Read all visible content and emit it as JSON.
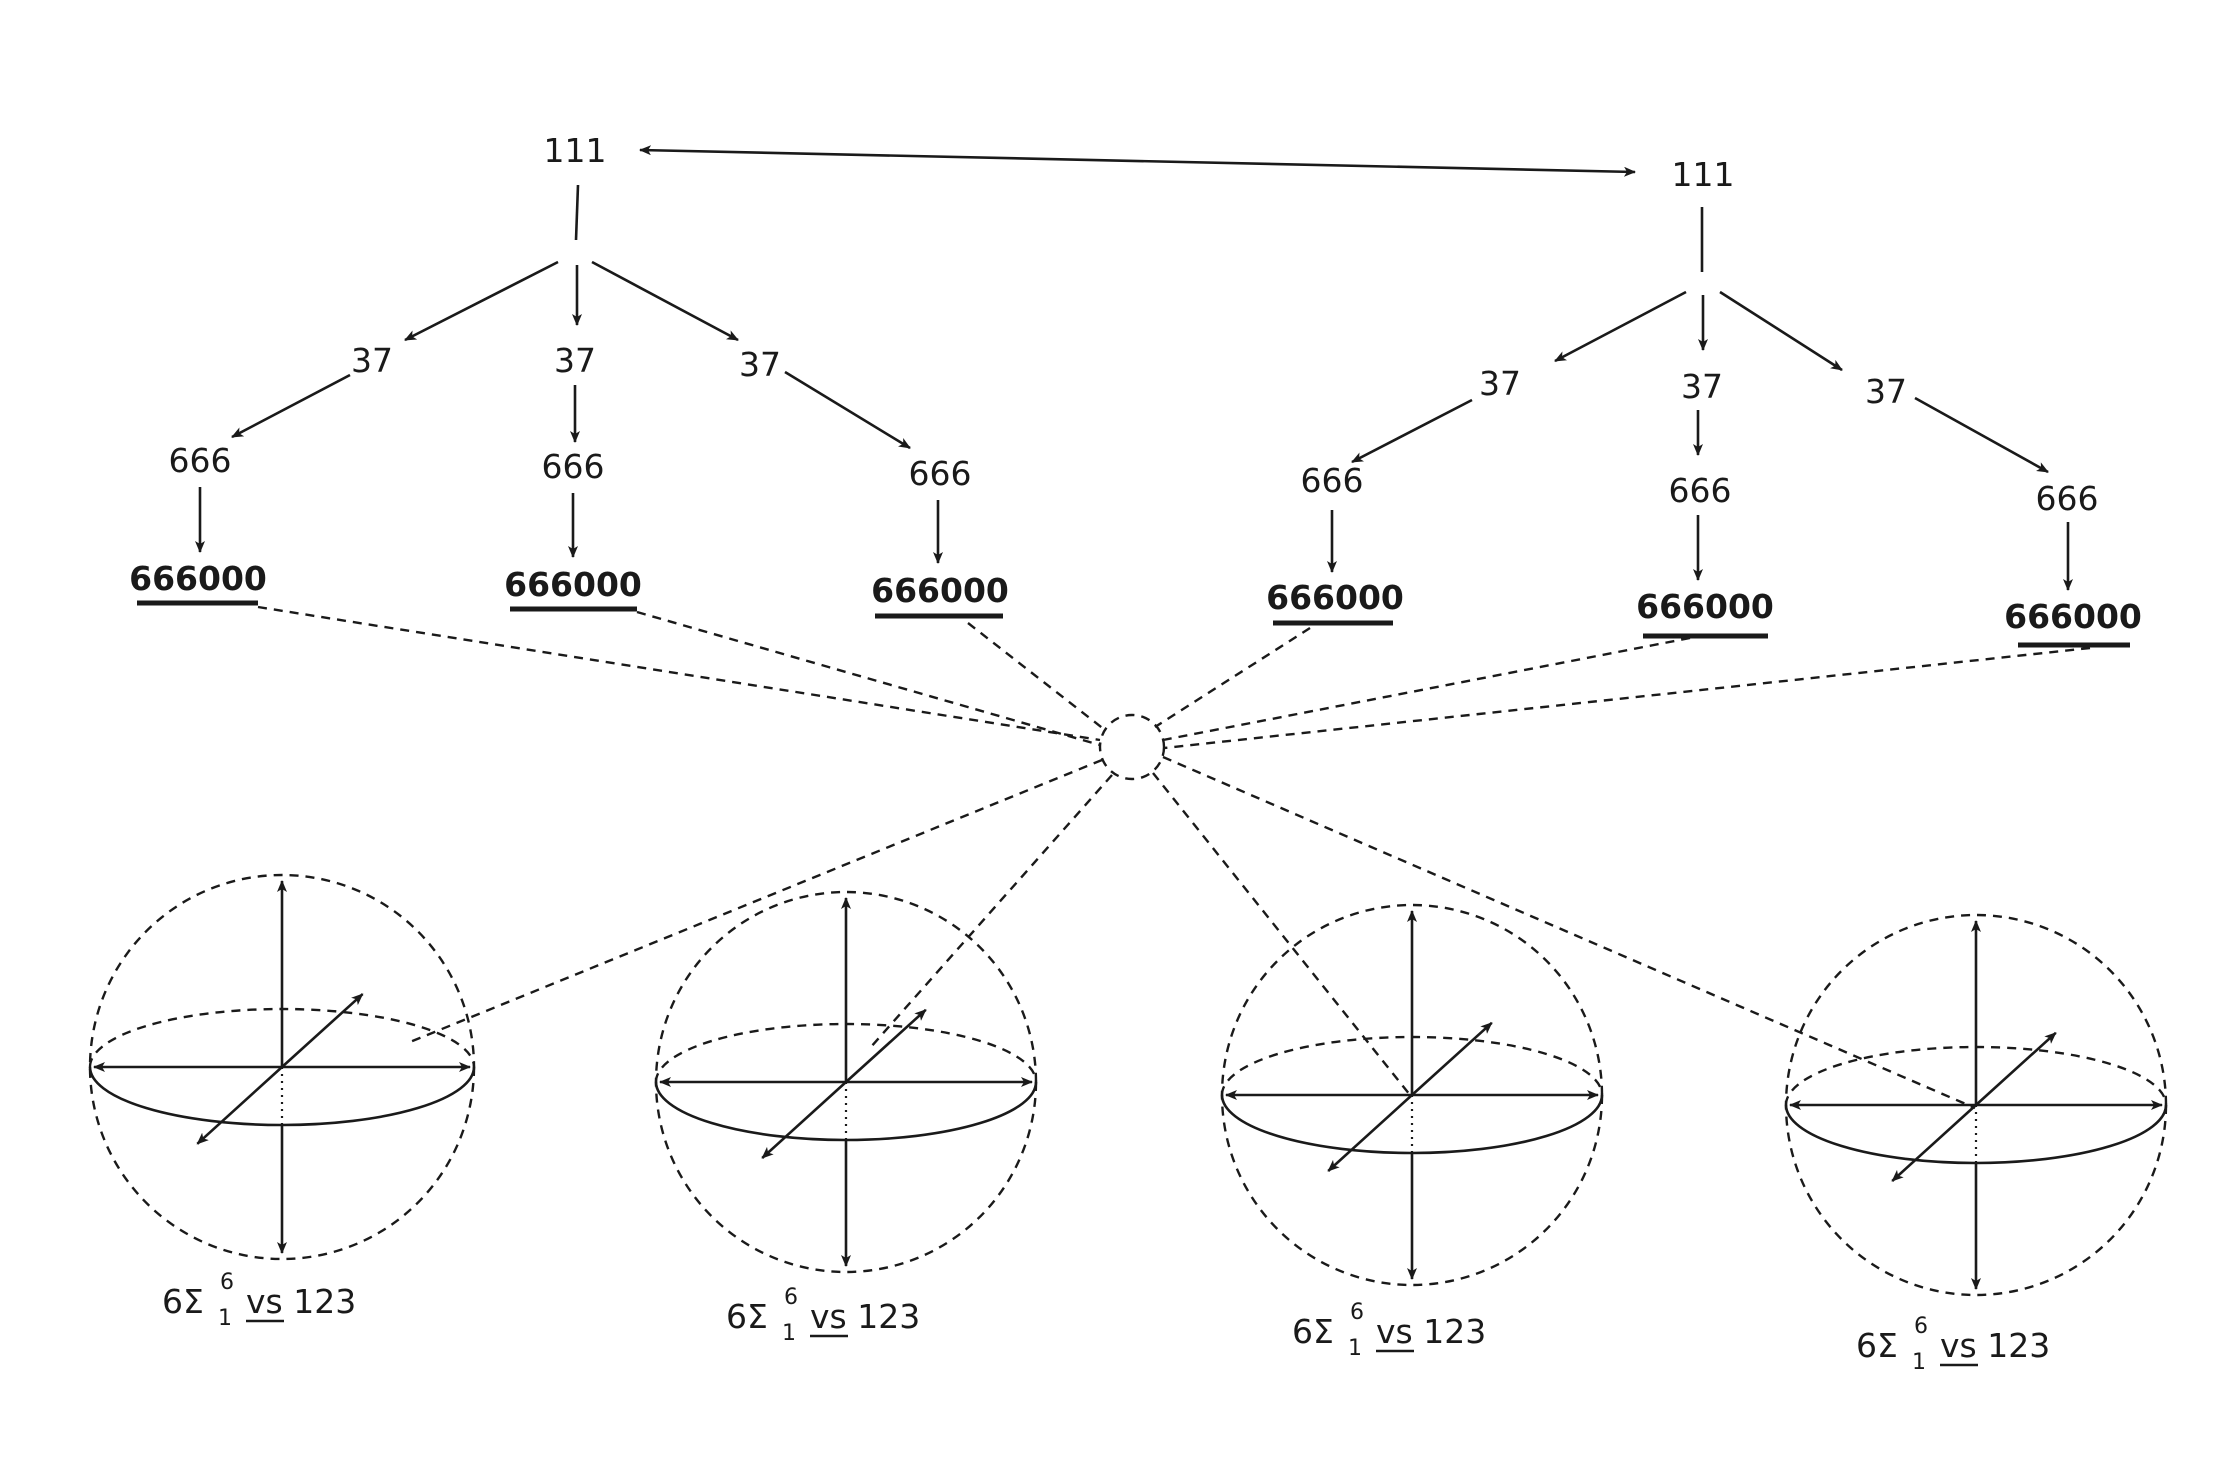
{
  "trees": [
    {
      "root": "111",
      "branches": [
        {
          "mid": "37",
          "leaf": "666",
          "sum": "666000"
        },
        {
          "mid": "37",
          "leaf": "666",
          "sum": "666000"
        },
        {
          "mid": "37",
          "leaf": "666",
          "sum": "666000"
        }
      ]
    },
    {
      "root": "111",
      "branches": [
        {
          "mid": "37",
          "leaf": "666",
          "sum": "666000"
        },
        {
          "mid": "37",
          "leaf": "666",
          "sum": "666000"
        },
        {
          "mid": "37",
          "leaf": "666",
          "sum": "666000"
        }
      ]
    }
  ],
  "spheres": [
    {
      "label_main": "6Σ",
      "label_sup": "6",
      "label_sub": "1",
      "label_rest": "vs 123"
    },
    {
      "label_main": "6Σ",
      "label_sup": "6",
      "label_sub": "1",
      "label_rest": "vs 123"
    },
    {
      "label_main": "6Σ",
      "label_sup": "6",
      "label_sub": "1",
      "label_rest": "vs 123"
    },
    {
      "label_main": "6Σ",
      "label_sup": "6",
      "label_sub": "1",
      "label_rest": "vs 123"
    }
  ]
}
